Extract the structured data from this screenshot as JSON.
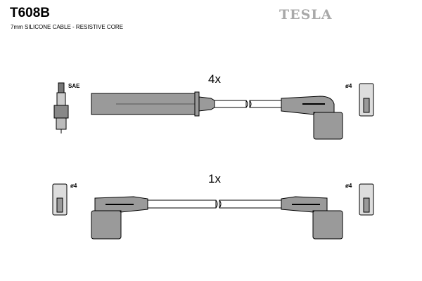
{
  "header": {
    "part_code": "T608B",
    "description": "7mm SILICONE CABLE - RESISTIVE CORE",
    "brand": "TESLA"
  },
  "wire_sets": [
    {
      "quantity": "4x",
      "left_label": "SAE",
      "right_label": "ø4"
    },
    {
      "quantity": "1x",
      "left_label": "ø4",
      "right_label": "ø4"
    }
  ],
  "colors": {
    "part_fill": "#9a9a9a",
    "outline": "#000000",
    "brand": "#a9a9a9"
  }
}
